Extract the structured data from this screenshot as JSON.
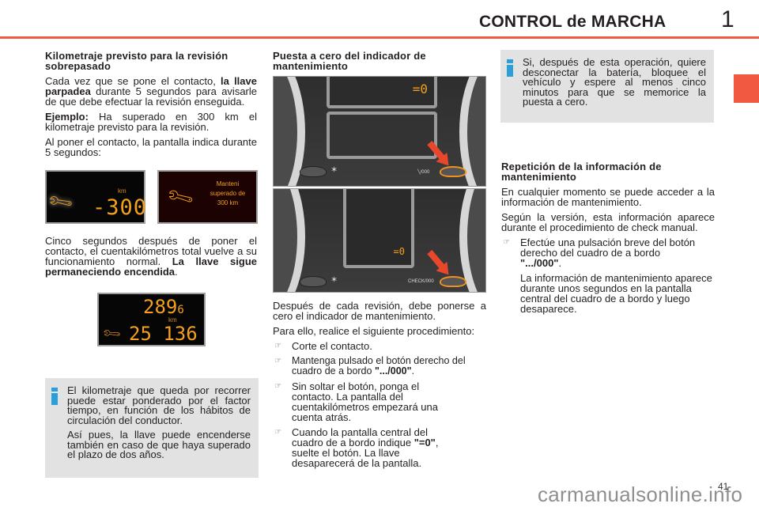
{
  "header": {
    "title": "CONTROL de MARCHA",
    "chapter": "1",
    "accent_color": "#f05a40"
  },
  "left": {
    "heading": "Kilometraje previsto para la revisión sobrepasado",
    "p1_pre": "Cada vez que se pone el contacto, ",
    "p1_bold": "la llave parpadea",
    "p1_post": " durante 5 segundos para avisarle de que debe efectuar la revisión enseguida.",
    "p2_bold": "Ejemplo:",
    "p2_post": " Ha superado en 300 km el kilometraje previsto para la revisión.",
    "p3": "Al poner el contacto, la pantalla indica durante 5 segundos:",
    "display1": {
      "unit": "km",
      "value": "-300",
      "icon": "wrench-icon"
    },
    "display2": {
      "line1": "Manteni",
      "line2": "superado de",
      "line3": "300 km",
      "icon": "wrench-icon"
    },
    "p4_pre": "Cinco segundos después de poner el contacto, el cuentakilómetros total vuelve a su funcionamiento normal. ",
    "p4_bold": "La llave sigue permaneciendo encendida",
    "p4_post": ".",
    "display3": {
      "trip": "289",
      "trip_decimal": "6",
      "unit": "km",
      "odometer": "25 136",
      "icon": "wrench-icon"
    },
    "info": {
      "p1": "El kilometraje que queda por recorrer puede estar ponderado por el factor tiempo, en función de los hábitos de circulación del conductor.",
      "p2": "Así pues, la llave puede encenderse también en caso de que haya superado el plazo de dos años."
    }
  },
  "middle": {
    "heading": "Puesta a cero del indicador de mantenimiento",
    "dash1": {
      "screen_value": "=0",
      "button_label": "╲/000"
    },
    "dash2": {
      "screen_value": "=0",
      "button_label": "CHECK/000"
    },
    "p1": "Después de cada revisión, debe ponerse a cero el indicador de mantenimiento.",
    "p2": "Para ello, realice el siguiente procedimiento:",
    "steps": [
      {
        "text": "Corte el contacto."
      },
      {
        "pre": "Mantenga pulsado el botón derecho del cuadro de a bordo ",
        "bold": "\".../000\"",
        "post": "."
      },
      {
        "text": "Sin soltar el botón, ponga el contacto. La pantalla del cuentakilómetros empezará una cuenta atrás."
      },
      {
        "pre": "Cuando la pantalla central del cuadro de a bordo indique ",
        "bold": "\"=0\"",
        "post": ", suelte el botón. La llave desaparecerá de la pantalla."
      }
    ]
  },
  "right": {
    "info": {
      "p1": "Si, después de esta operación, quiere desconectar la batería, bloquee el vehículo y espere al menos cinco minutos para que se memorice la puesta a cero."
    },
    "heading": "Repetición de la información de mantenimiento",
    "p1": "En cualquier momento se puede acceder a la información de mantenimiento.",
    "p2": "Según la versión, esta información aparece durante el procedimiento de check manual.",
    "step": {
      "pre": "Efectúe una pulsación breve del botón derecho del cuadro de a bordo ",
      "bold": "\".../000\"",
      "post": "."
    },
    "step_note": "La información de mantenimiento aparece durante unos segundos en la pantalla central del cuadro de a bordo y luego desaparece."
  },
  "footer": {
    "page_number": "41",
    "watermark": "carmanualsonline.info"
  },
  "colors": {
    "info_bg": "#e2e2e3",
    "info_icon": "#2b9fd9",
    "lcd_amber": "#f4a019",
    "side_tab": "#f15a40"
  }
}
